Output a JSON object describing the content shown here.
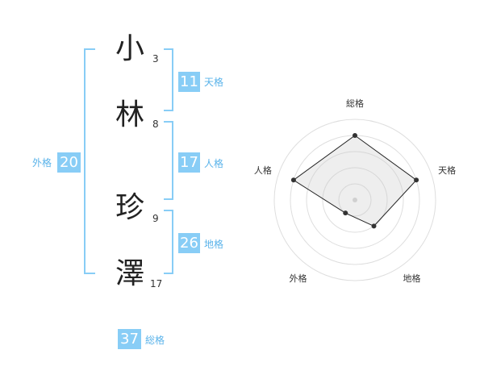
{
  "name": {
    "chars": [
      {
        "kanji": "小",
        "strokes": "3"
      },
      {
        "kanji": "林",
        "strokes": "8"
      },
      {
        "kanji": "珍",
        "strokes": "9"
      },
      {
        "kanji": "澤",
        "strokes": "17"
      }
    ]
  },
  "kakusu": {
    "tenkaku": {
      "label": "天格",
      "value": "11"
    },
    "jinkaku": {
      "label": "人格",
      "value": "17"
    },
    "chikaku": {
      "label": "地格",
      "value": "26"
    },
    "gaikaku": {
      "label": "外格",
      "value": "20"
    },
    "soukaku": {
      "label": "総格",
      "value": "37"
    }
  },
  "colors": {
    "accent": "#88cdf6",
    "label": "#5ab3ea"
  },
  "chart_data": {
    "type": "radar",
    "axes": [
      "総格",
      "天格",
      "地格",
      "外格",
      "人格"
    ],
    "values": [
      4,
      4,
      2,
      1,
      4
    ],
    "max": 5,
    "rings": 5
  }
}
